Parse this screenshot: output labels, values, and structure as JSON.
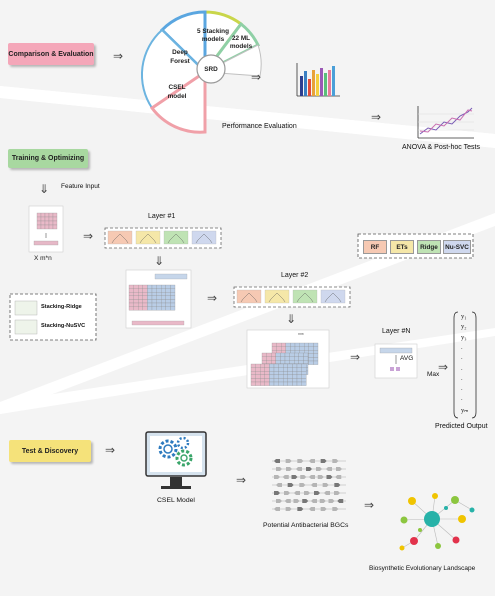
{
  "sections": {
    "comparison": {
      "label": "Comparison & Evaluation",
      "color": "#f4a7b9"
    },
    "training": {
      "label": "Training & Optimizing",
      "color": "#a8d8a0"
    },
    "test": {
      "label": "Test & Discovery",
      "color": "#f5e27a"
    }
  },
  "fan": {
    "deep_forest": "Deep Forest",
    "stacking": "5 Stacking models",
    "ml": "22 ML models",
    "cse": "CSEL model",
    "center": "SRD"
  },
  "performance_label": "Performance Evaluation",
  "anova_label": "ANOVA & Post-hoc Tests",
  "feature_input": "Feature Input",
  "matrix_label": "X m*n",
  "layer1": "Layer #1",
  "layer2": "Layer #2",
  "layerN": "Layer #N",
  "avg": "AVG",
  "max": "Max",
  "dots": "***",
  "base_models": [
    "RF",
    "ETs",
    "Ridge",
    "Nu-SVC"
  ],
  "base_model_colors": [
    "#f6c9b3",
    "#f5e7a8",
    "#bfe3b4",
    "#cfd8ee"
  ],
  "meta_models": [
    "Stacking-Ridge",
    "Stacking-NuSVC"
  ],
  "outputs": [
    "y₁",
    "y₂",
    "y₃",
    ".",
    ".",
    ".",
    ".",
    ".",
    ".",
    "yₘ"
  ],
  "predicted_output": "Predicted Output",
  "cse_model_label": "CSEL Model",
  "bgc_label": "Potential Antibacterial BGCs",
  "landscape_label": "Biosynthetic Evolutionary Landscape",
  "icons": {
    "arrow": "double-arrow-icon",
    "gear": "gear-icon",
    "monitor": "monitor-icon",
    "network": "network-icon"
  }
}
